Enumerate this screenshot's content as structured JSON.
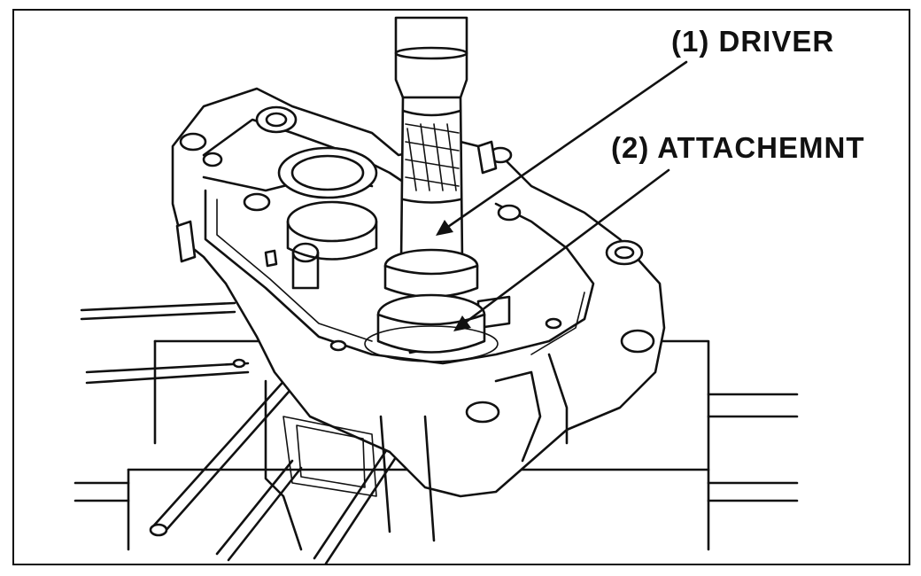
{
  "diagram": {
    "callouts": [
      {
        "id": "driver",
        "text": "(1) DRIVER"
      },
      {
        "id": "attachment",
        "text": "(2) ATTACHEMNT"
      }
    ]
  }
}
